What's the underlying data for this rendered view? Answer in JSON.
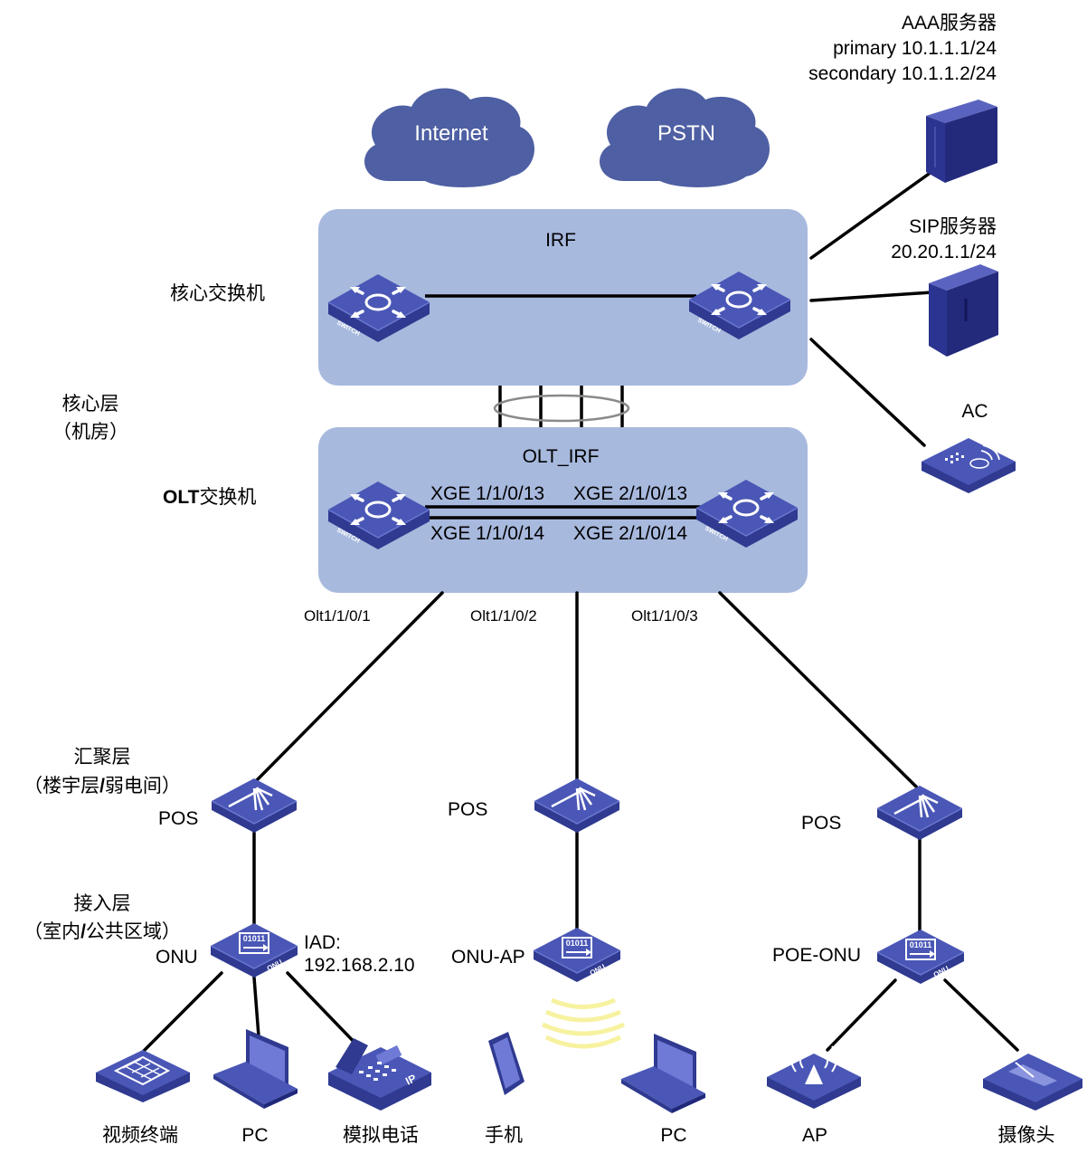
{
  "clouds": {
    "internet": "Internet",
    "pstn": "PSTN"
  },
  "servers": {
    "aaa": {
      "title": "AAA服务器",
      "primary": "primary 10.1.1.1/24",
      "secondary": "secondary 10.1.1.2/24"
    },
    "sip": {
      "title": "SIP服务器",
      "ip": "20.20.1.1/24"
    },
    "ac": "AC"
  },
  "core": {
    "irf_title": "IRF",
    "core_switch_label": "核心交换机",
    "layer_label": "核心层",
    "layer_sub": "（机房）",
    "olt_title": "OLT_IRF",
    "olt_switch_bold": "OLT",
    "olt_switch_rest": "交换机",
    "switch_text": "SWITCH",
    "ports": {
      "p1": "XGE 1/1/0/13",
      "p2": "XGE 2/1/0/13",
      "p3": "XGE 1/1/0/14",
      "p4": "XGE 2/1/0/14"
    }
  },
  "olt_ports": [
    "Olt1/1/0/1",
    "Olt1/1/0/2",
    "Olt1/1/0/3"
  ],
  "aggregation": {
    "title": "汇聚层",
    "sub_pre": "（楼宇层",
    "sub_slash": "/",
    "sub_post": "弱电间）",
    "pos": [
      "POS",
      "POS",
      "POS"
    ]
  },
  "access": {
    "title": "接入层",
    "sub_pre": "（室内",
    "sub_slash": "/",
    "sub_post": "公共区域）",
    "onu_labels": [
      "ONU",
      "ONU-AP",
      "POE-ONU"
    ],
    "iad_title": "IAD:",
    "iad_ip": "192.168.2.10",
    "onu_text": "ONU",
    "onu_code": "01011"
  },
  "terminals": [
    "视频终端",
    "PC",
    "模拟电话",
    "手机",
    "PC",
    "AP",
    "摄像头"
  ],
  "colors": {
    "cloud": "#4e5fa3",
    "irf_box": "#a8b9de",
    "device_top": "#4a57b6",
    "device_side": "#2f3a90",
    "device_dark": "#20287a",
    "server": "#2b3490",
    "wifi": "#f7f2a0"
  }
}
